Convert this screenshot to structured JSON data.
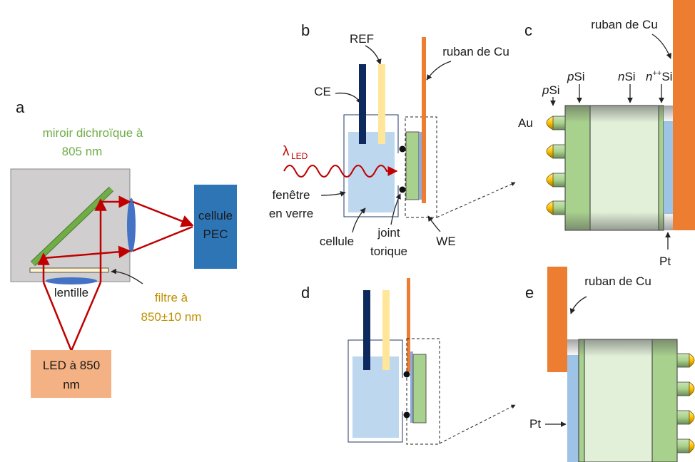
{
  "panel_labels": {
    "a": "a",
    "b": "b",
    "c": "c",
    "d": "d",
    "e": "e"
  },
  "panel_a": {
    "mirror_line1": "miroir dichroïque à",
    "mirror_line2": "805 nm",
    "cell_line1": "cellule",
    "cell_line2": "PEC",
    "lens": "lentille",
    "filter_line1": "filtre à",
    "filter_line2": "850±10 nm",
    "led_line1": "LED à 850",
    "led_line2": "nm"
  },
  "panel_b": {
    "ref": "REF",
    "ce": "CE",
    "cu_tape": "ruban de Cu",
    "lambda": "λ",
    "lambda_sub": "LED",
    "window_line1": "fenêtre",
    "window_line2": "en verre",
    "cell": "cellule",
    "oring_line1": "joint",
    "oring_line2": "torique",
    "we": "WE"
  },
  "panel_c": {
    "cu_tape": "ruban de Cu",
    "p_italic": "p",
    "si": "Si",
    "n_italic": "n",
    "npp_sup": "++",
    "au": "Au",
    "pt": "Pt"
  },
  "panel_e": {
    "cu_tape": "ruban de Cu",
    "pt": "Pt"
  },
  "colors": {
    "led_box": "#f4b183",
    "pec_box": "#2e75b6",
    "mirror": "#70ad47",
    "optics_frame": "#d0cece",
    "beam": "#c00000",
    "lens": "#4472c4",
    "filter": "#fff2cc",
    "electrolyte": "#bdd7ee",
    "ce_electrode": "#0d2a5e",
    "ref_electrode": "#ffe699",
    "cu_tape": "#ed7d31",
    "mirror_text": "#70ad47",
    "filter_text": "#bf9000",
    "psi": "#a9d18e",
    "nsi": "#e2f0d9",
    "gold": "#ffc000",
    "pt_layer": "#9dc3e6"
  }
}
